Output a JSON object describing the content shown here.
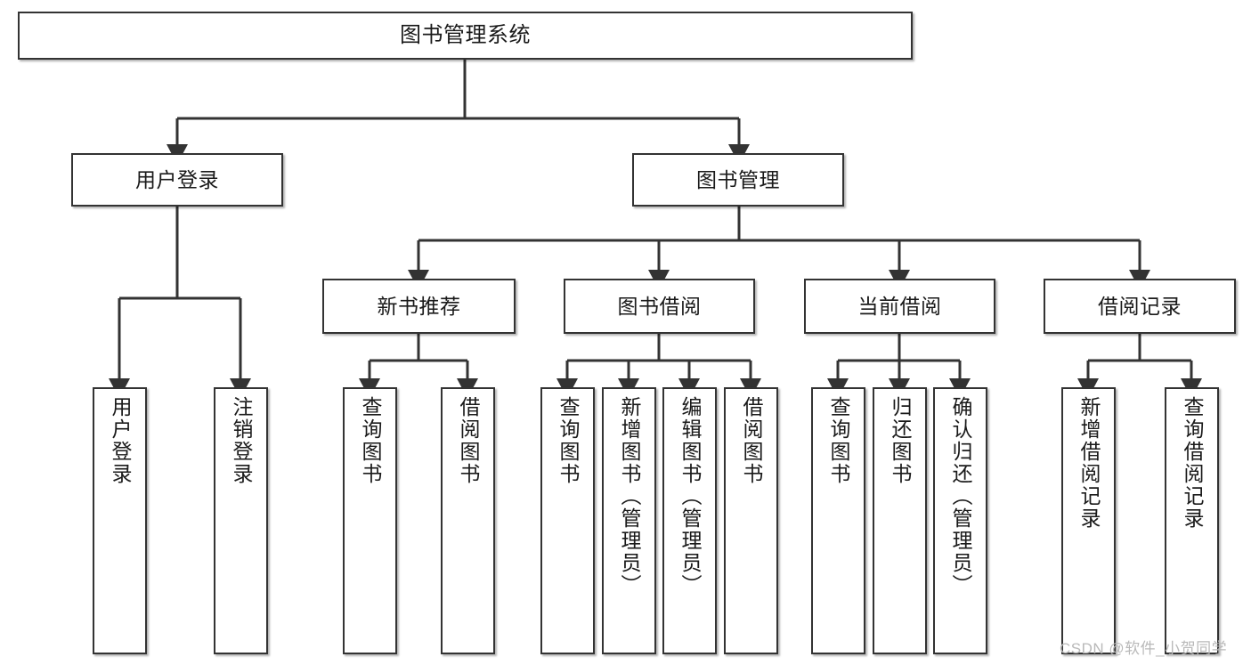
{
  "diagram": {
    "title": "图书管理系统",
    "type": "功能结构图",
    "root": {
      "id": "root",
      "label": "图书管理系统"
    },
    "level2": [
      {
        "id": "user-login",
        "label": "用户登录"
      },
      {
        "id": "book-manage",
        "label": "图书管理"
      }
    ],
    "level3": [
      {
        "id": "new-book-recommend",
        "label": "新书推荐"
      },
      {
        "id": "book-borrow",
        "label": "图书借阅"
      },
      {
        "id": "current-borrow",
        "label": "当前借阅"
      },
      {
        "id": "borrow-record",
        "label": "借阅记录"
      }
    ],
    "leaves": {
      "user_login": [
        {
          "id": "leaf-user-login",
          "label": "用户登录"
        },
        {
          "id": "leaf-logout",
          "label": "注销登录"
        }
      ],
      "new_book_recommend": [
        {
          "id": "leaf-query-book-1",
          "label": "查询图书"
        },
        {
          "id": "leaf-borrow-book-1",
          "label": "借阅图书"
        }
      ],
      "book_borrow": [
        {
          "id": "leaf-query-book-2",
          "label": "查询图书"
        },
        {
          "id": "leaf-add-book",
          "label": "新增图书（管理员）"
        },
        {
          "id": "leaf-edit-book",
          "label": "编辑图书（管理员）"
        },
        {
          "id": "leaf-borrow-book-2",
          "label": "借阅图书"
        }
      ],
      "current_borrow": [
        {
          "id": "leaf-query-book-3",
          "label": "查询图书"
        },
        {
          "id": "leaf-return-book",
          "label": "归还图书"
        },
        {
          "id": "leaf-confirm-return",
          "label": "确认归还（管理员）"
        }
      ],
      "borrow_record": [
        {
          "id": "leaf-add-record",
          "label": "新增借阅记录"
        },
        {
          "id": "leaf-query-record",
          "label": "查询借阅记录"
        }
      ]
    }
  },
  "watermark": {
    "text": "CSDN @软件_小贺同学"
  },
  "colors": {
    "box_border": "#333333",
    "box_fill": "#ffffff",
    "connector": "#333333",
    "text": "#1a1a1a",
    "watermark": "#b9b9b9",
    "background": "#ffffff"
  }
}
